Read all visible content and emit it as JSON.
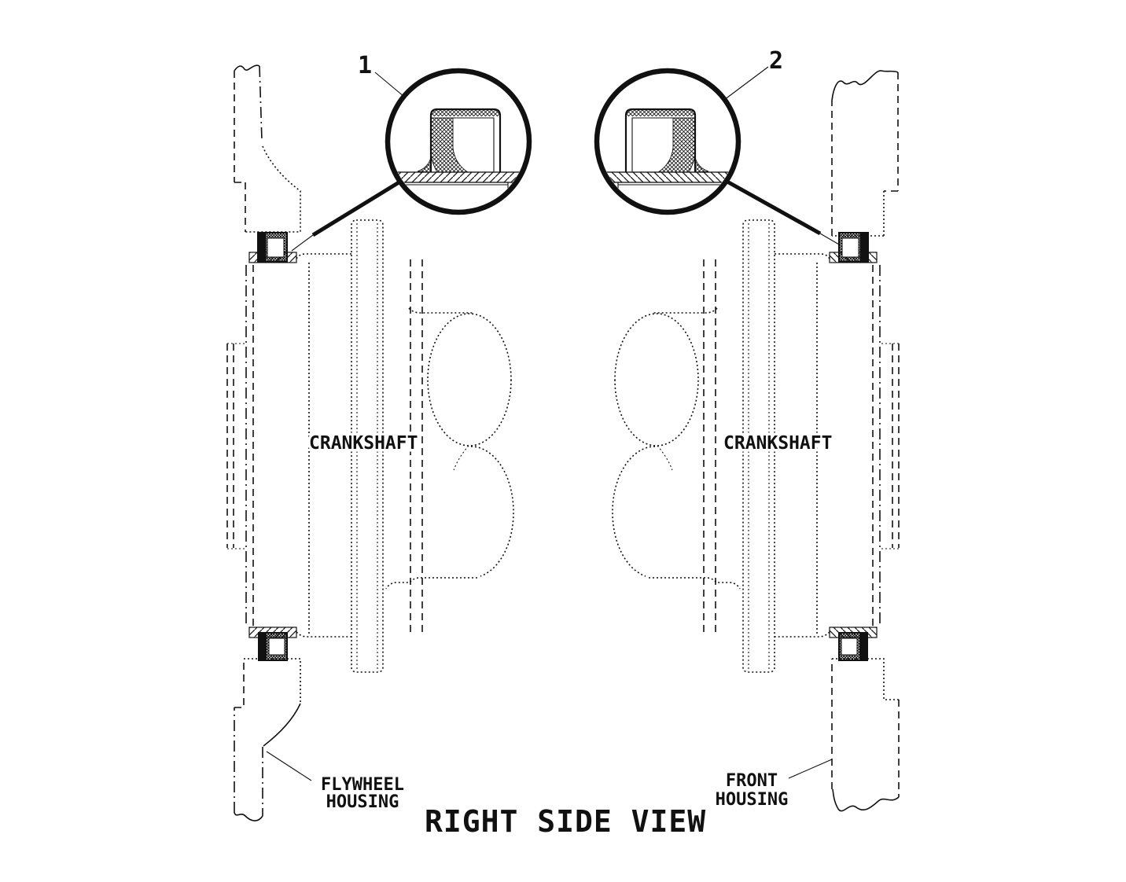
{
  "diagram": {
    "title": "RIGHT SIDE VIEW",
    "callouts": {
      "one": "1",
      "two": "2"
    },
    "labels": {
      "crankshaft_left": "CRANKSHAFT",
      "crankshaft_right": "CRANKSHAFT",
      "flywheel_housing": [
        "FLYWHEEL",
        "HOUSING"
      ],
      "front_housing": [
        "FRONT",
        "HOUSING"
      ]
    },
    "colors": {
      "ink": "#111111",
      "background": "#ffffff"
    }
  }
}
